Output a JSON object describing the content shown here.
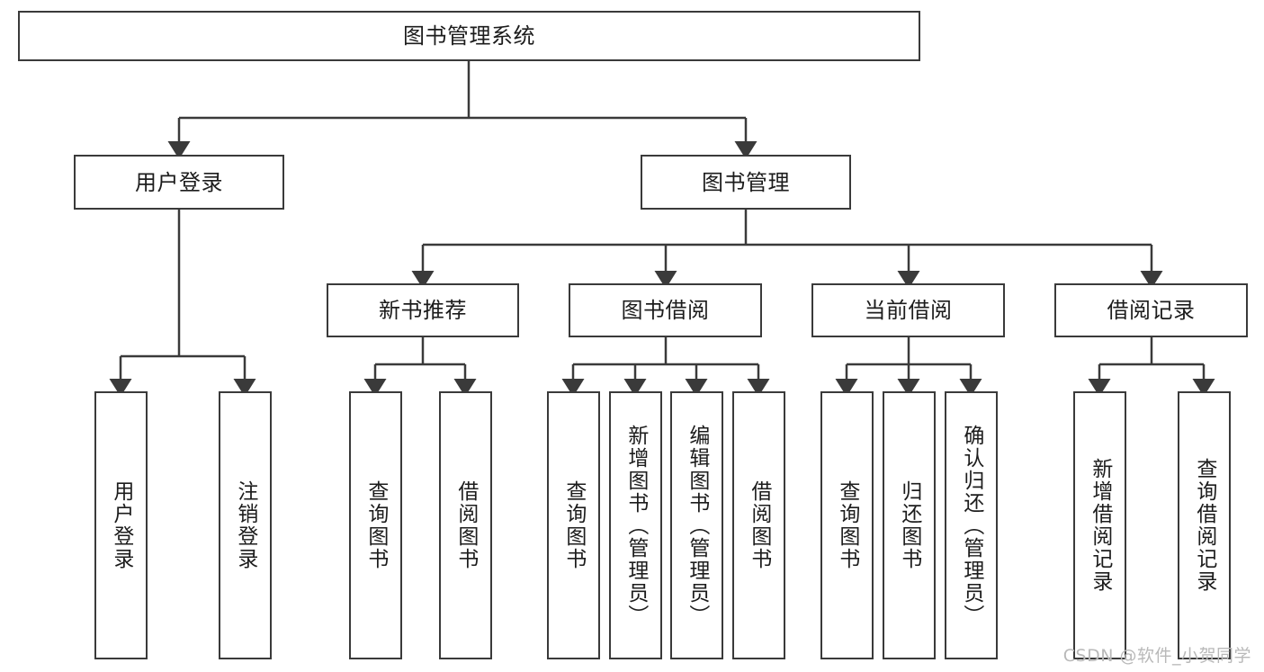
{
  "diagram": {
    "title_node": {
      "label": "图书管理系统"
    },
    "level2": [
      {
        "id": "user-login",
        "label": "用户登录"
      },
      {
        "id": "book-management",
        "label": "图书管理"
      }
    ],
    "level3": [
      {
        "id": "new-book-recommend",
        "label": "新书推荐"
      },
      {
        "id": "book-borrow",
        "label": "图书借阅"
      },
      {
        "id": "current-borrow",
        "label": "当前借阅"
      },
      {
        "id": "borrow-record",
        "label": "借阅记录"
      }
    ],
    "leaves": [
      {
        "id": "leaf-user-login",
        "label": "用户登录"
      },
      {
        "id": "leaf-logout-login",
        "label": "注销登录"
      },
      {
        "id": "leaf-query-book-1",
        "label": "查询图书"
      },
      {
        "id": "leaf-borrow-book-1",
        "label": "借阅图书"
      },
      {
        "id": "leaf-query-book-2",
        "label": "查询图书"
      },
      {
        "id": "leaf-add-book-admin",
        "label": "新增图书（管理员）"
      },
      {
        "id": "leaf-edit-book-admin",
        "label": "编辑图书（管理员）"
      },
      {
        "id": "leaf-borrow-book-2",
        "label": "借阅图书"
      },
      {
        "id": "leaf-query-book-3",
        "label": "查询图书"
      },
      {
        "id": "leaf-return-book",
        "label": "归还图书"
      },
      {
        "id": "leaf-confirm-return-admin",
        "label": "确认归还（管理员）"
      },
      {
        "id": "leaf-add-borrow-record",
        "label": "新增借阅记录"
      },
      {
        "id": "leaf-query-borrow-record",
        "label": "查询借阅记录"
      }
    ],
    "watermark": "CSDN @软件_小贺同学",
    "colors": {
      "stroke": "#3a3a3a",
      "text": "#1c1c1c",
      "background": "#ffffff",
      "watermark": "#b9b9b9"
    }
  }
}
